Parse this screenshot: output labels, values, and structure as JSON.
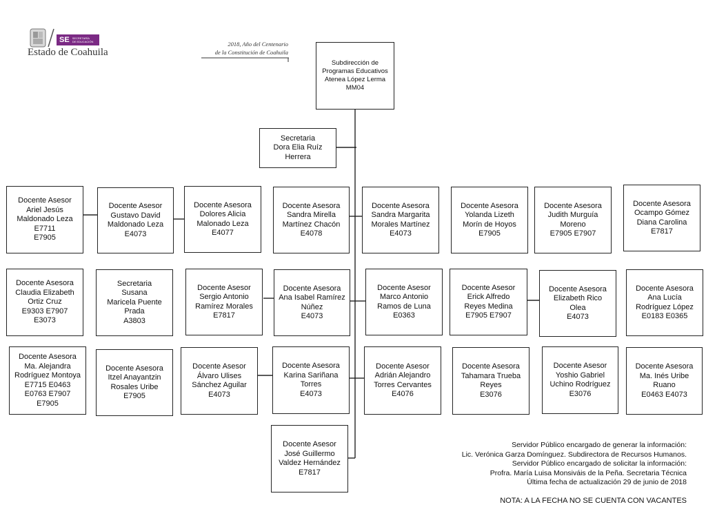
{
  "header": {
    "state_name": "Estado de Coahuila",
    "badge_text": "SE",
    "badge_sub_1": "SECRETARÍA",
    "badge_sub_2": "DE EDUCACIÓN",
    "motto_line_1": "2018, Año del Centenario",
    "motto_line_2": "de la Constitución de Coahuila"
  },
  "colors": {
    "badge_purple": "#7b2a84",
    "line": "#222222"
  },
  "nodes": {
    "head": [
      "Subdirección de",
      "Programas Educativos",
      "Atenea López Lerma",
      "MM04"
    ],
    "secretaria_top": [
      "Secretaria",
      "Dora Elia Ruíz",
      "Herrera"
    ],
    "r1c1": [
      "Docente Asesor",
      "Ariel Jesús",
      "Maldonado Leza",
      "E7711",
      "E7905"
    ],
    "r1c2": [
      "Docente Asesor",
      "Gustavo David",
      "Maldonado Leza",
      "E4073"
    ],
    "r1c3": [
      "Docente Asesora",
      "Dolores Alicia",
      "Malonado Leza",
      "E4077"
    ],
    "r1c4": [
      "Docente Asesora",
      "Sandra Mirella",
      "Martínez Chacón",
      "E4078"
    ],
    "r1c5": [
      "Docente Asesora",
      "Sandra Margarita",
      "Morales Martínez",
      "E4073"
    ],
    "r1c6": [
      "Docente  Asesora",
      "Yolanda Lizeth",
      "Morín de Hoyos",
      "E7905"
    ],
    "r1c7": [
      "Docente Asesora",
      "Judith Murguía",
      "Moreno",
      "E7905  E7907"
    ],
    "r1c8": [
      "Docente Asesora",
      "Ocampo Gómez",
      "Diana Carolina",
      "E7817"
    ],
    "r2c1": [
      "Docente Asesora",
      "Claudia Elizabeth",
      "Ortiz Cruz",
      "E9303 E7907",
      "E3073"
    ],
    "r2c2": [
      "Secretaria",
      "Susana",
      "Maricela Puente",
      "Prada",
      "A3803"
    ],
    "r2c3": [
      "Docente Asesor",
      "Sergio Antonio",
      "Ramírez Morales",
      "E7817"
    ],
    "r2c4": [
      "Docente Asesora",
      "Ana Isabel Ramírez",
      "Núñez",
      "E4073"
    ],
    "r2c5": [
      "Docente Asesor",
      "Marco Antonio",
      "Ramos de Luna",
      "E0363"
    ],
    "r2c6": [
      "Docente Asesor",
      "Erick Alfredo",
      "Reyes Medina",
      "E7905   E7907"
    ],
    "r2c7": [
      "Docente Asesora",
      "Elizabeth Rico",
      "Olea",
      "E4073"
    ],
    "r2c8": [
      "Docente Asesora",
      "Ana Lucía",
      "Rodríguez López",
      "E0183   E0365"
    ],
    "r3c1": [
      "Docente Asesora",
      "Ma. Alejandra",
      "Rodríguez Montoya",
      "E7715  E0463",
      "E0763  E7907",
      "E7905"
    ],
    "r3c2": [
      "Docente Asesora",
      "Itzel Anayantzin",
      "Rosales Uribe",
      "E7905"
    ],
    "r3c3": [
      "Docente Asesor",
      "Álvaro Ulises",
      "Sánchez Aguilar",
      "E4073"
    ],
    "r3c4": [
      "Docente Asesora",
      "Karina Sariñana",
      "Torres",
      "E4073"
    ],
    "r3c5": [
      "Docente Asesor",
      "Adrián Alejandro",
      "Torres Cervantes",
      "E4076"
    ],
    "r3c6": [
      "Docente Asesora",
      "Tahamara Trueba",
      "Reyes",
      "E3076"
    ],
    "r3c7": [
      "Docente Asesor",
      "Yoshio Gabriel",
      "Uchino Rodríguez",
      "E3076"
    ],
    "r3c8": [
      "Docente Asesora",
      "Ma. Inés Uribe",
      "Ruano",
      "E0463 E4073"
    ],
    "r4": [
      "Docente Asesor",
      "José Guillermo",
      "Valdez Hernández",
      "E7817"
    ]
  },
  "footer": {
    "lines": [
      "Servidor Público encargado de generar la información:",
      "Lic. Verónica Garza Domínguez. Subdirectora de Recursos Humanos.",
      "Servidor Público encargado de solicitar la información:",
      "Profra. María Luisa Monsiváis de la Peña. Secretaria Técnica",
      "Última fecha de actualización 29 de junio de 2018"
    ],
    "note": "NOTA: A LA FECHA NO SE CUENTA CON VACANTES"
  }
}
